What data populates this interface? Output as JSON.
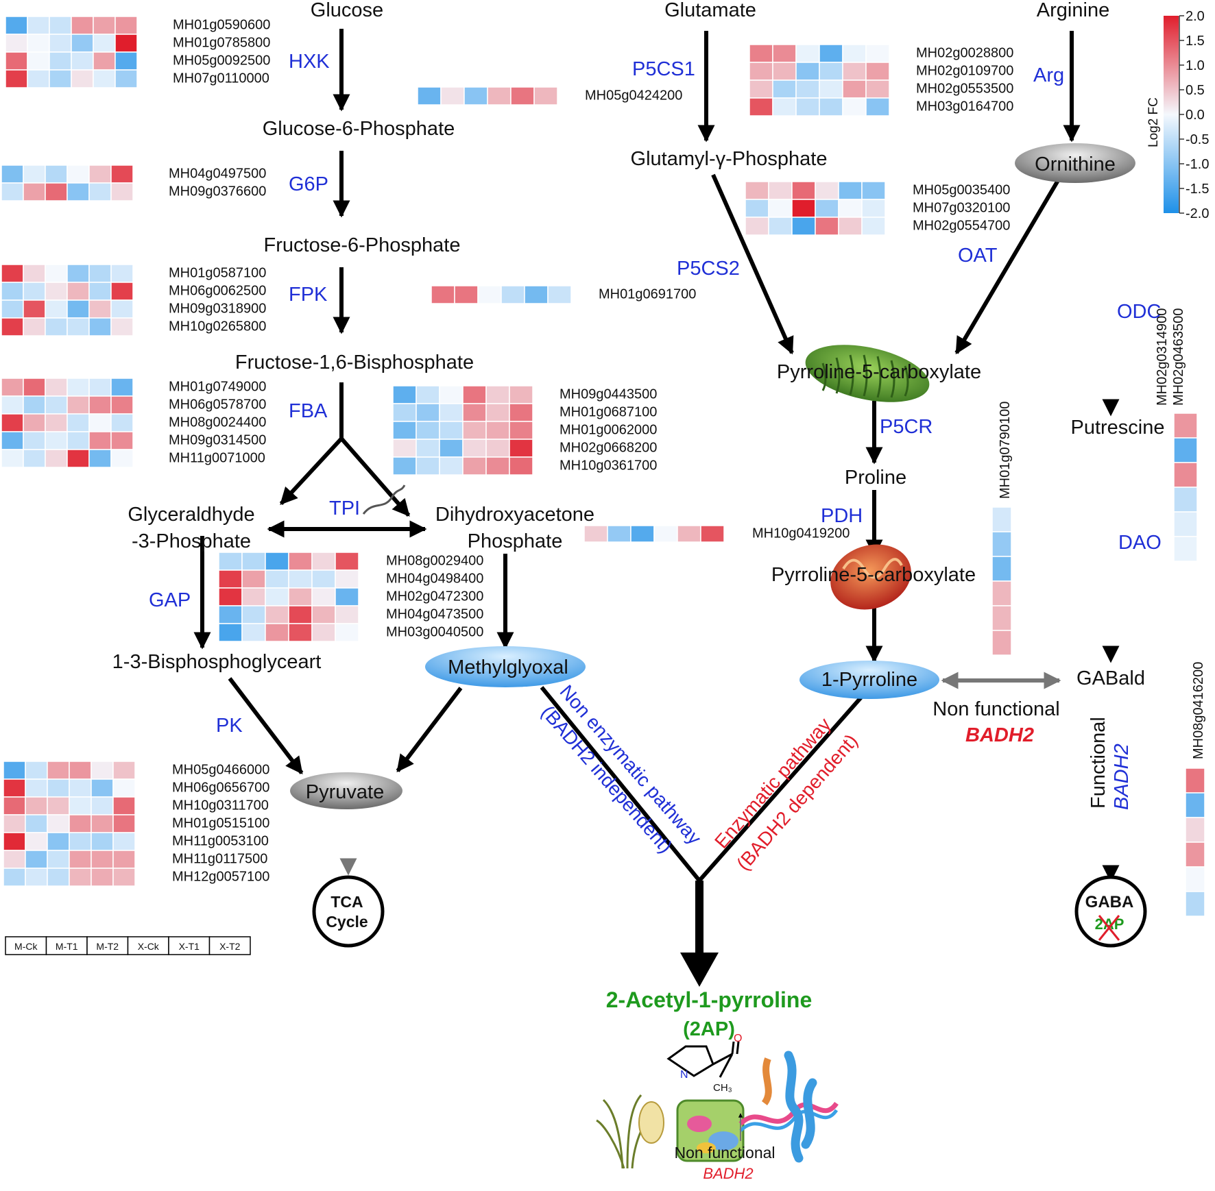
{
  "colors": {
    "enzyme": "#1f2fd6",
    "red_label": "#e11d2a",
    "product": "#1e9a1e",
    "heat_low": "#1e90e8",
    "heat_mid": "#f4f8fd",
    "heat_high": "#e01e2c"
  },
  "metabolites": {
    "glucose": "Glucose",
    "g6p": "Glucose-6-Phosphate",
    "f6p": "Fructose-6-Phosphate",
    "f16bp": "Fructose-1,6-Bisphosphate",
    "gap1": "Glyceraldhyde",
    "gap2": "-3-Phosphate",
    "dhap1": "Dihydroxyacetone",
    "dhap2": "Phosphate",
    "bpg": "1-3-Bisphosphoglyceart",
    "methylglyoxal": "Methylglyoxal",
    "pyruvate": "Pyruvate",
    "tca1": "TCA",
    "tca2": "Cycle",
    "glutamate": "Glutamate",
    "glutamyl": "Glutamyl-γ-Phosphate",
    "arginine": "Arginine",
    "ornithine": "Ornithine",
    "p5c_a": "Pyrroline-5-carboxylate",
    "proline": "Proline",
    "p5c_b": "Pyrroline-5-carboxylate",
    "pyrroline1": "1-Pyrroline",
    "putrescine": "Putrescine",
    "gabald": "GABald",
    "gaba": "GABA",
    "gaba_2ap": "2AP",
    "product1": "2-Acetyl-1-pyrroline",
    "product2": "(2AP)"
  },
  "enzymes": {
    "hxk": "HXK",
    "g6p": "G6P",
    "fpk": "FPK",
    "fba": "FBA",
    "tpi": "TPI",
    "gap": "GAP",
    "pk": "PK",
    "p5cs1": "P5CS1",
    "p5cs2": "P5CS2",
    "arg": "Arg",
    "oat": "OAT",
    "p5cr": "P5CR",
    "pdh": "PDH",
    "odc": "ODC",
    "dao": "DAO"
  },
  "pathways": {
    "non_enzymatic": "Non enzymatic pathway",
    "non_enzymatic_sub": "(BADH2 independent)",
    "enzymatic": "Enzymatic pathway",
    "enzymatic_sub": "(BADH2 dependent)",
    "nonfunctional": "Non functional",
    "badh2": "BADH2",
    "functional": "Functional",
    "chem_me": "CH₃",
    "chem_n": "N",
    "chem_o": "O",
    "bottom_nonfunctional": "Non functional",
    "bottom_badh2": "BADH2"
  },
  "legend": {
    "title": "Log2 FC",
    "ticks": [
      "2.0",
      "1.5",
      "1.0",
      "0.5",
      "0.0",
      "-0.5",
      "-1.0",
      "-1.5",
      "-2.0"
    ],
    "columns": [
      "M-Ck",
      "M-T1",
      "M-T2",
      "X-Ck",
      "X-T1",
      "X-T2"
    ]
  },
  "heatmaps": {
    "hxk": {
      "genes": [
        "MH01g0590600",
        "MH01g0785800",
        "MH05g0092500",
        "MH07g0110000"
      ],
      "values": [
        [
          -1.5,
          -0.3,
          -0.4,
          0.9,
          0.8,
          0.9
        ],
        [
          0.1,
          0.0,
          -0.3,
          -0.9,
          -0.2,
          2.0
        ],
        [
          1.3,
          0.0,
          -0.5,
          -0.3,
          0.8,
          -1.5
        ],
        [
          1.7,
          -0.3,
          -0.7,
          0.2,
          -0.2,
          -0.8
        ]
      ]
    },
    "hxk_side": {
      "genes": [
        "MH05g0424200"
      ],
      "values": [
        [
          -1.3,
          0.2,
          -1.0,
          0.6,
          1.2,
          0.6
        ]
      ]
    },
    "g6p": {
      "genes": [
        "MH04g0497500",
        "MH09g0376600"
      ],
      "values": [
        [
          -1.1,
          -0.2,
          -0.6,
          0.0,
          0.5,
          1.6
        ],
        [
          -0.4,
          0.8,
          1.3,
          -1.0,
          -0.4,
          0.3
        ]
      ]
    },
    "fpk": {
      "genes": [
        "MH01g0587100",
        "MH06g0062500",
        "MH09g0318900",
        "MH10g0265800"
      ],
      "values": [
        [
          1.7,
          0.3,
          0.0,
          -0.9,
          -0.6,
          -0.3
        ],
        [
          -0.7,
          -0.4,
          0.2,
          0.6,
          -0.6,
          1.7
        ],
        [
          -0.6,
          1.5,
          -0.2,
          -1.2,
          0.5,
          -0.3
        ],
        [
          1.7,
          0.3,
          -0.5,
          -0.4,
          -1.0,
          0.2
        ]
      ]
    },
    "fpk_side": {
      "genes": [
        "MH01g0691700"
      ],
      "values": [
        [
          1.2,
          1.2,
          0.0,
          -0.5,
          -1.2,
          -0.4
        ]
      ]
    },
    "fba": {
      "genes": [
        "MH01g0749000",
        "MH06g0578700",
        "MH08g0024400",
        "MH09g0314500",
        "MH11g0071000"
      ],
      "values": [
        [
          0.8,
          1.3,
          0.3,
          -0.2,
          -0.3,
          -1.3
        ],
        [
          -0.2,
          -0.7,
          -0.4,
          0.6,
          1.0,
          1.1
        ],
        [
          1.7,
          0.7,
          0.4,
          -0.4,
          0.0,
          -0.4
        ],
        [
          -1.3,
          -0.4,
          -0.2,
          -0.4,
          1.0,
          1.0
        ],
        [
          -0.1,
          -0.4,
          0.3,
          1.8,
          -1.2,
          0.0
        ]
      ]
    },
    "fba_side": {
      "genes": [
        "MH09g0443500",
        "MH01g0687100",
        "MH01g0062000",
        "MH02g0668200",
        "MH10g0361700"
      ],
      "values": [
        [
          -1.4,
          -0.4,
          0.0,
          1.2,
          0.4,
          0.6
        ],
        [
          -0.6,
          -0.9,
          -0.3,
          1.0,
          0.5,
          1.2
        ],
        [
          -1.2,
          -0.7,
          -0.5,
          0.6,
          0.7,
          1.1
        ],
        [
          0.2,
          -0.4,
          -1.2,
          0.3,
          0.4,
          1.8
        ],
        [
          -1.1,
          -0.5,
          -0.3,
          0.8,
          1.0,
          1.3
        ]
      ]
    },
    "tpi": {
      "genes": [
        "MH10g0419200"
      ],
      "values": [
        [
          0.4,
          -0.9,
          -1.5,
          0.0,
          0.6,
          1.5
        ]
      ]
    },
    "gap": {
      "genes": [
        "MH08g0029400",
        "MH04g0498400",
        "MH02g0472300",
        "MH04g0473500",
        "MH03g0040500"
      ],
      "values": [
        [
          -0.6,
          -0.6,
          -1.6,
          1.0,
          0.3,
          1.5
        ],
        [
          1.7,
          0.8,
          -0.4,
          -0.3,
          -0.4,
          0.1
        ],
        [
          1.8,
          0.4,
          -0.2,
          0.6,
          0.1,
          -1.3
        ],
        [
          -1.3,
          -0.5,
          0.5,
          1.6,
          0.6,
          0.2
        ],
        [
          -1.6,
          -0.3,
          0.9,
          1.5,
          0.3,
          0.0
        ]
      ]
    },
    "pk": {
      "genes": [
        "MH05g0466000",
        "MH06g0656700",
        "MH10g0311700",
        "MH01g0515100",
        "MH11g0053100",
        "MH11g0117500",
        "MH12g0057100"
      ],
      "values": [
        [
          -1.5,
          -0.4,
          0.8,
          0.9,
          0.1,
          0.5
        ],
        [
          1.8,
          -0.3,
          -0.5,
          -0.3,
          -1.0,
          0.0
        ],
        [
          1.3,
          0.6,
          0.5,
          -0.2,
          -0.3,
          1.3
        ],
        [
          0.4,
          -0.6,
          0.1,
          0.9,
          0.8,
          1.2
        ],
        [
          1.9,
          0.1,
          -1.0,
          -0.5,
          -0.7,
          -0.3
        ],
        [
          0.3,
          -1.0,
          -0.4,
          0.8,
          0.8,
          0.8
        ],
        [
          -0.6,
          -0.3,
          -0.5,
          0.6,
          0.7,
          0.6
        ]
      ]
    },
    "p5cs1": {
      "genes": [
        "MH02g0028800",
        "MH02g0109700",
        "MH02g0553500",
        "MH03g0164700"
      ],
      "values": [
        [
          1.1,
          1.0,
          -0.1,
          -1.4,
          -0.1,
          0.0
        ],
        [
          0.7,
          0.6,
          -1.0,
          -0.6,
          0.5,
          0.8
        ],
        [
          0.5,
          -0.7,
          -0.5,
          -0.2,
          0.8,
          0.6
        ],
        [
          1.5,
          -0.2,
          -0.5,
          -0.6,
          0.0,
          -1.0
        ]
      ]
    },
    "p5cs2": {
      "genes": [
        "MH05g0035400",
        "MH07g0320100",
        "MH02g0554700"
      ],
      "values": [
        [
          0.6,
          0.3,
          1.3,
          0.2,
          -1.1,
          -1.0
        ],
        [
          -0.6,
          0.0,
          2.0,
          -0.8,
          0.0,
          -0.2
        ],
        [
          0.3,
          -0.4,
          -1.6,
          1.2,
          0.4,
          -0.2
        ]
      ]
    },
    "p5cr": {
      "genes": [
        "MH01g0790100"
      ],
      "values": [
        [
          -0.3
        ],
        [
          -0.9
        ],
        [
          -1.2
        ],
        [
          0.6
        ],
        [
          0.6
        ],
        [
          0.7
        ]
      ]
    },
    "odc": {
      "genes": [
        "MH02g0314900",
        "MH02g0463500"
      ],
      "values": [
        [
          0.9
        ],
        [
          -1.4
        ],
        [
          1.0
        ],
        [
          -0.5
        ],
        [
          -0.2
        ],
        [
          -0.1
        ]
      ]
    },
    "badh2": {
      "genes": [
        "MH08g0416200"
      ],
      "values": [
        [
          1.2
        ],
        [
          -1.3
        ],
        [
          0.3
        ],
        [
          0.9
        ],
        [
          0.0
        ],
        [
          -0.6
        ]
      ]
    }
  }
}
